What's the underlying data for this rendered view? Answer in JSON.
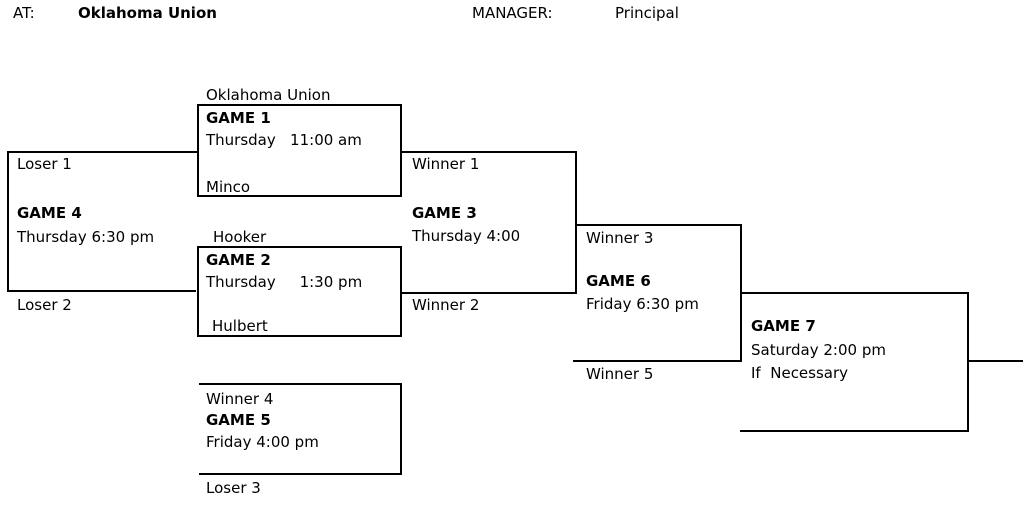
{
  "header": {
    "at_label": "AT:",
    "at_value": "Oklahoma Union",
    "manager_label": "MANAGER:",
    "manager_value": "Principal"
  },
  "bracket": {
    "game1": {
      "team1": "Oklahoma Union",
      "title": "GAME 1",
      "time": "Thursday   11:00 am",
      "team2": "Minco"
    },
    "game2": {
      "team1": "Hooker",
      "title": "GAME 2",
      "time": "Thursday     1:30 pm",
      "team2": "Hulbert"
    },
    "game3": {
      "slot1": "Winner 1",
      "title": "GAME 3",
      "time": "Thursday 4:00",
      "slot2": "Winner 2"
    },
    "game4": {
      "slot1": "Loser 1",
      "title": "GAME 4",
      "time": "Thursday 6:30 pm",
      "slot2": "Loser 2"
    },
    "game5": {
      "slot1": "Winner 4",
      "title": "GAME 5",
      "time": "Friday 4:00 pm",
      "slot2": "Loser 3"
    },
    "game6": {
      "slot1": "Winner 3",
      "title": "GAME 6",
      "time": "Friday 6:30 pm",
      "slot2": "Winner 5"
    },
    "game7": {
      "title": "GAME 7",
      "time": "Saturday 2:00 pm",
      "note": "If  Necessary"
    }
  },
  "colors": {
    "line": "#000000",
    "text": "#000000",
    "background": "#ffffff"
  }
}
